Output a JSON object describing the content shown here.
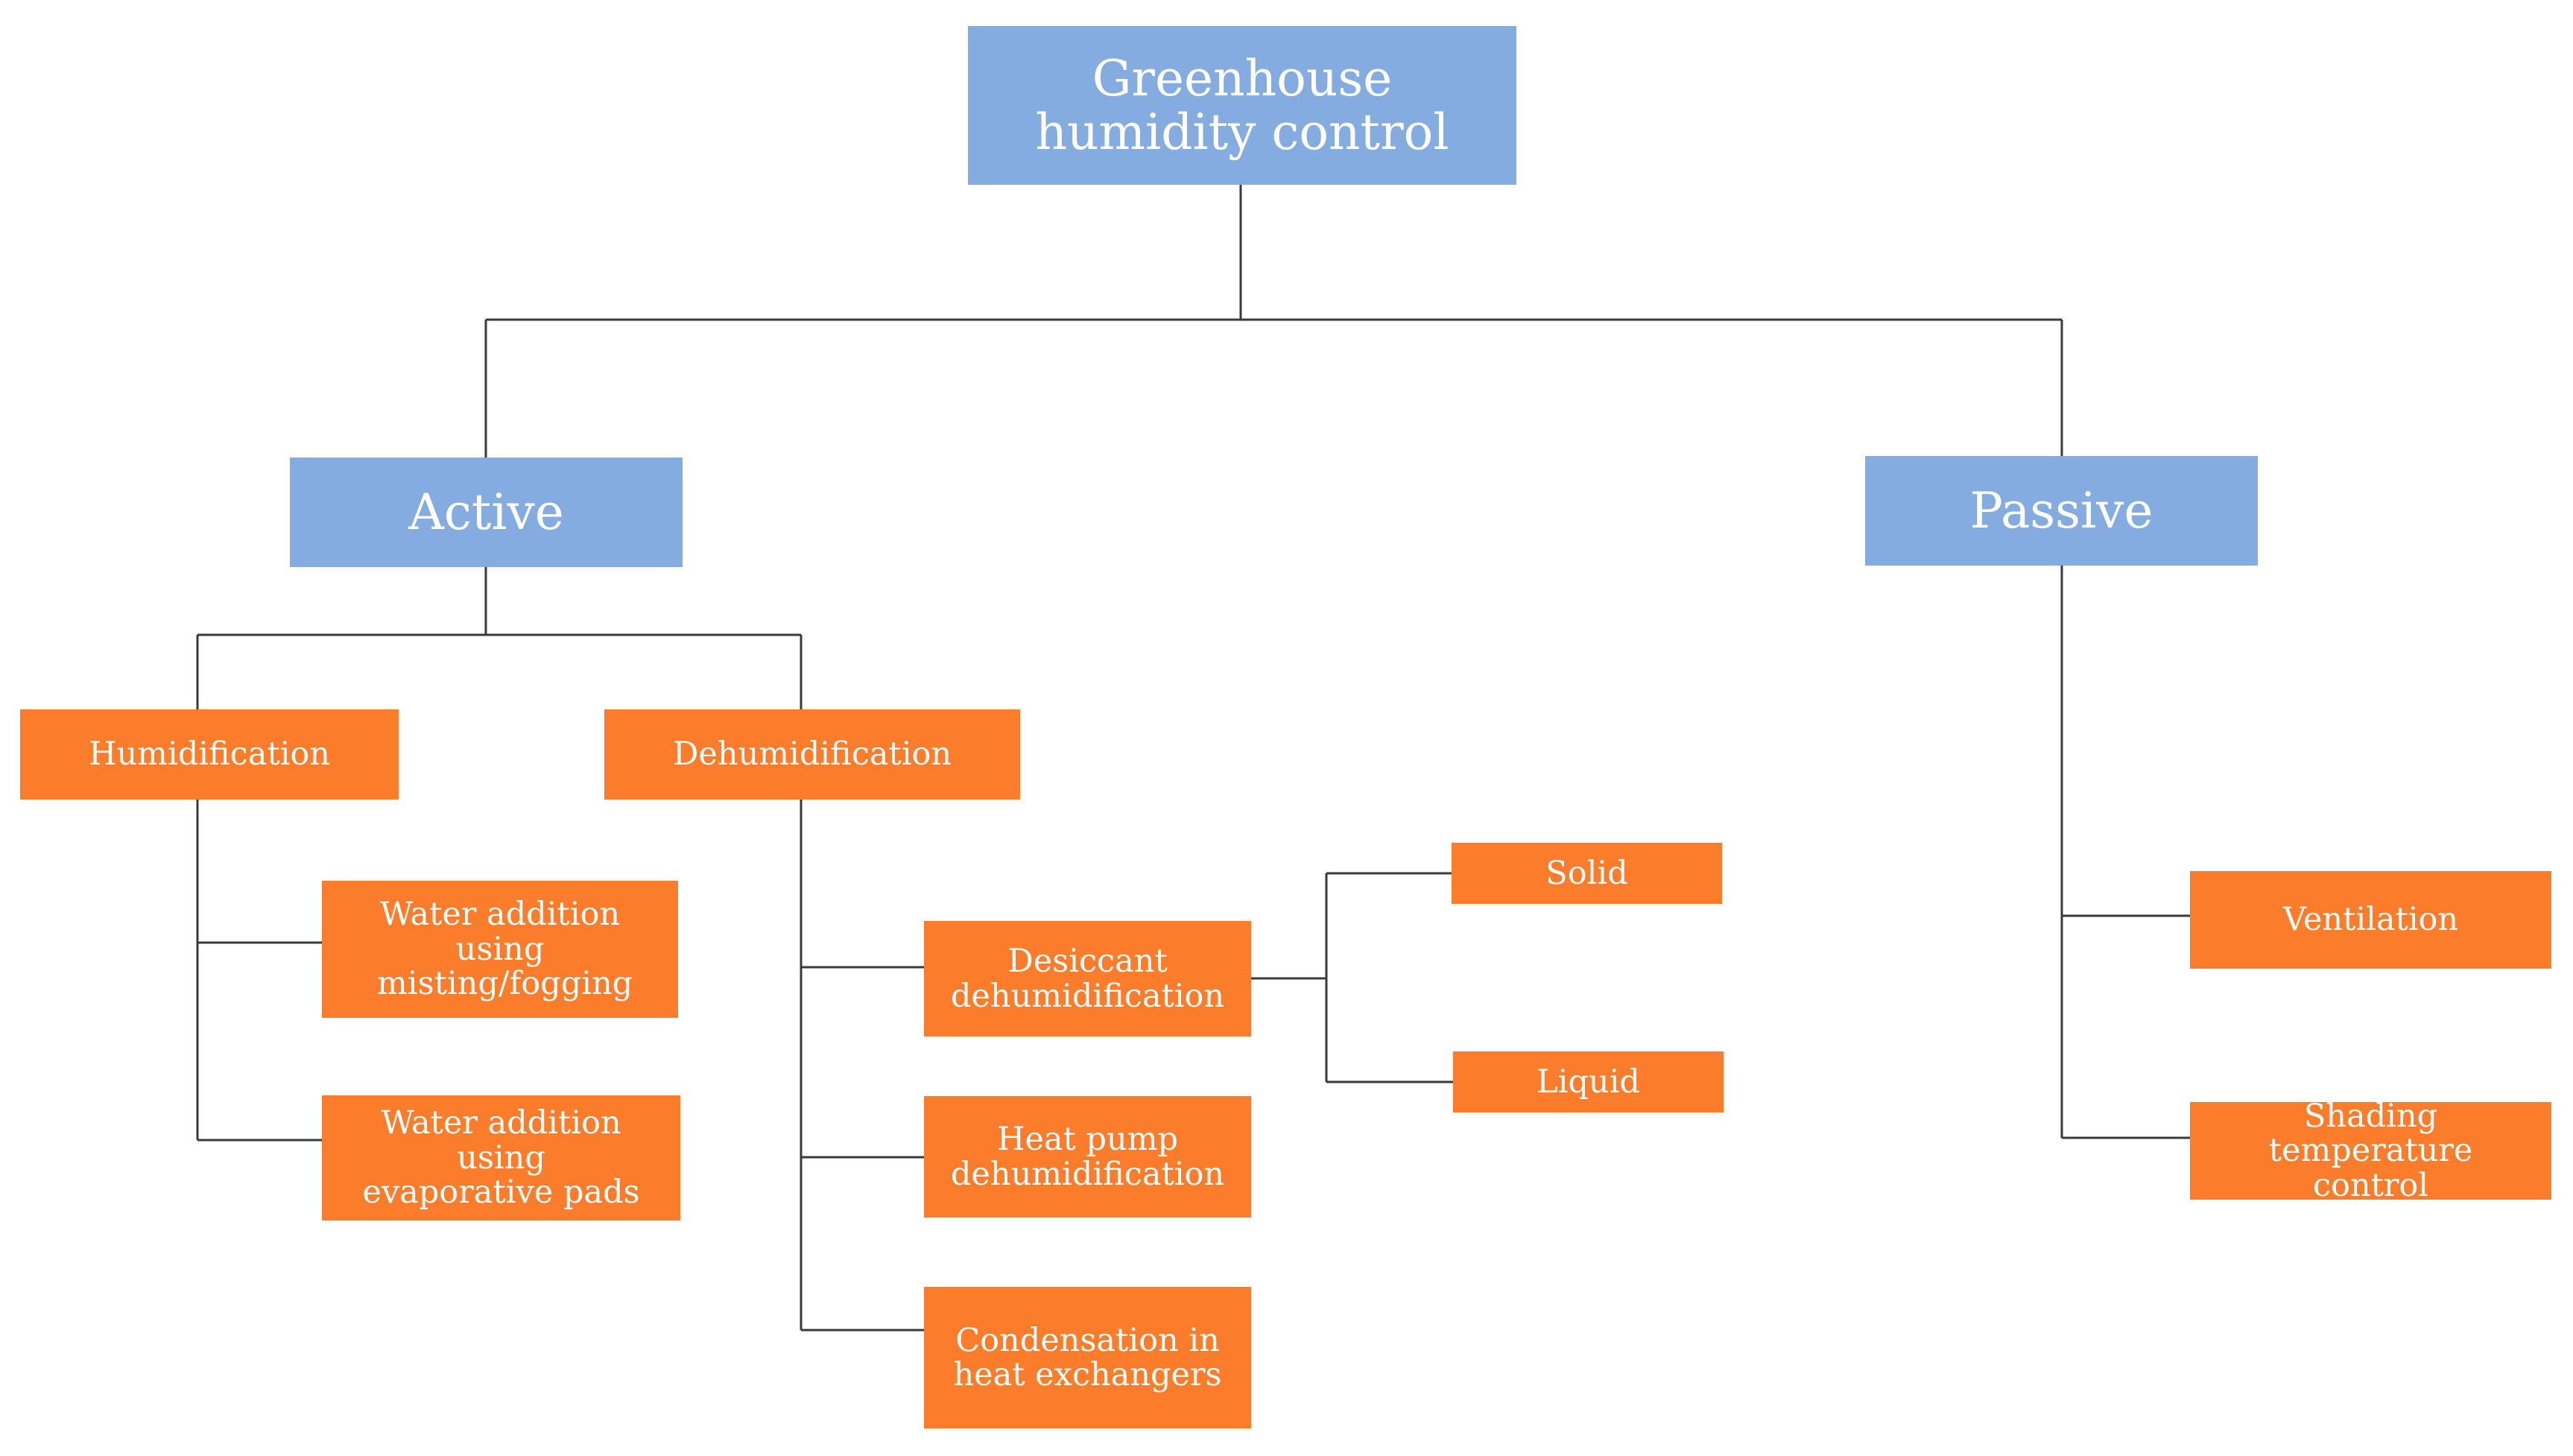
{
  "diagram": {
    "root": {
      "label": "Greenhouse humidity control"
    },
    "active": {
      "label": "Active",
      "humidification": {
        "label": "Humidification",
        "misting": "Water addition using misting/fogging",
        "pads": "Water addition using evaporative pads"
      },
      "dehumidification": {
        "label": "Dehumidification",
        "desiccant": {
          "label": "Desiccant dehumidification",
          "solid": "Solid",
          "liquid": "Liquid"
        },
        "heat_pump": "Heat pump dehumidification",
        "condensation": "Condensation in heat exchangers"
      }
    },
    "passive": {
      "label": "Passive",
      "ventilation": "Ventilation",
      "shading": "Shading temperature control"
    }
  },
  "colors": {
    "category_box": "#84ace0",
    "leaf_box": "#fb7d2c",
    "connector": "#3a3a3a",
    "text": "#ffffff"
  }
}
